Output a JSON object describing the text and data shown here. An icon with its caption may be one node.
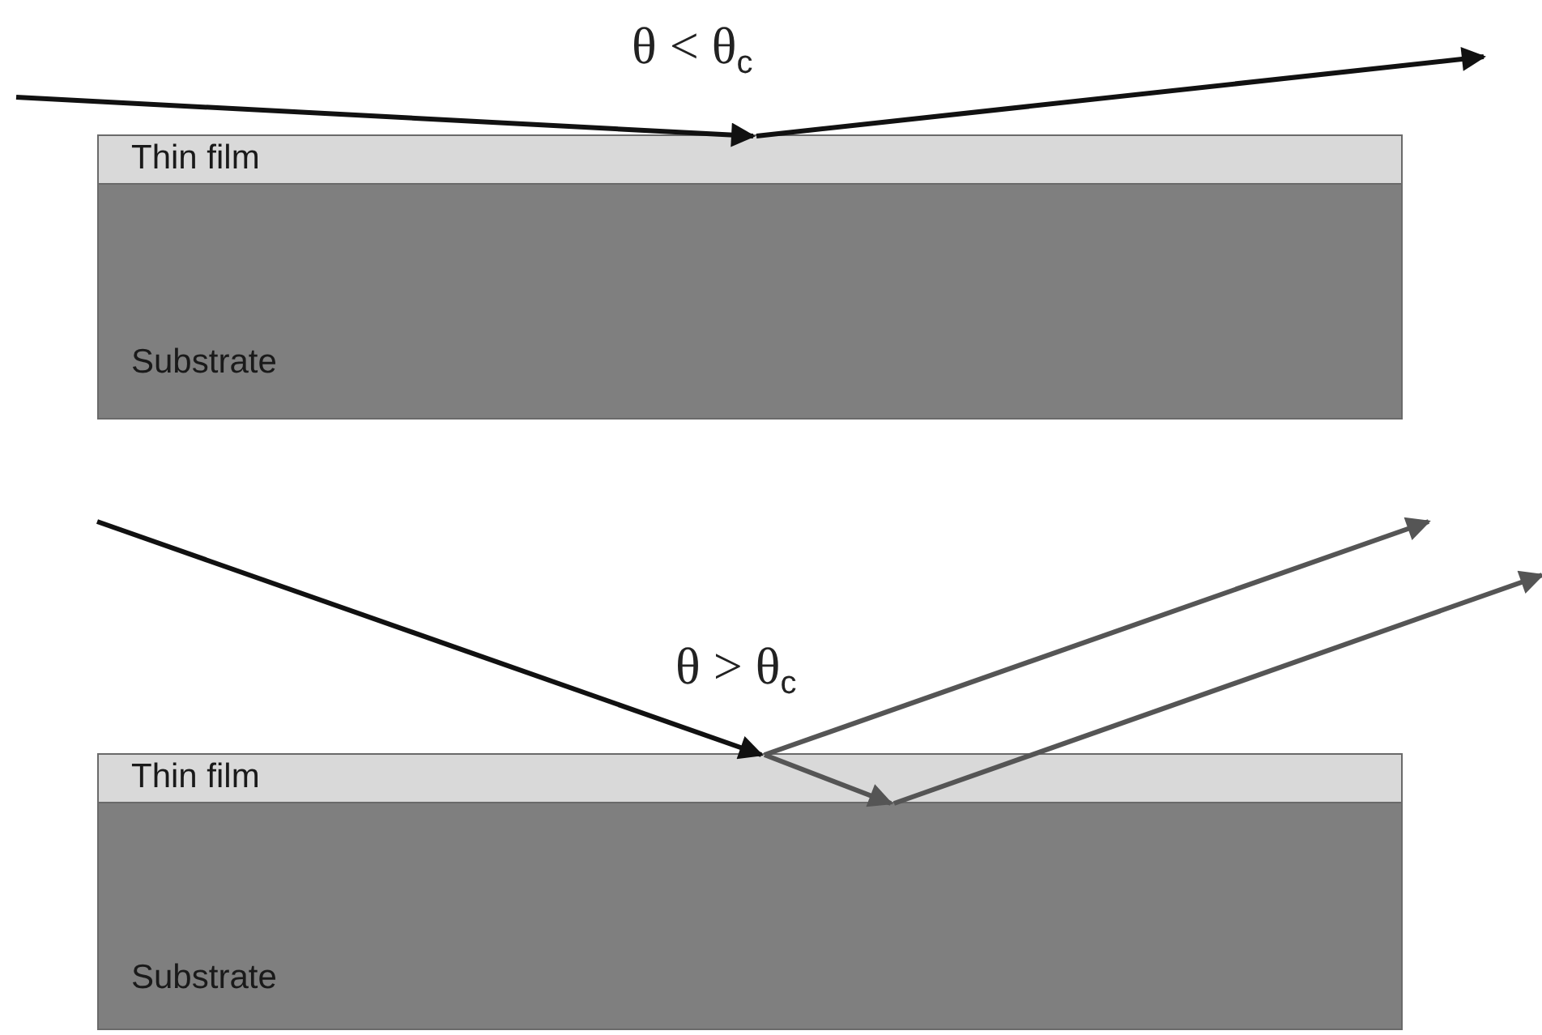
{
  "diagram": {
    "nodes": [
      {
        "text": [
          "Thin film"
        ]
      },
      {
        "text": [
          "Substrate"
        ]
      },
      {
        "text": [
          "Thin film"
        ]
      },
      {
        "text": [
          "Substrate"
        ]
      }
    ],
    "edges": [
      {
        "from": null,
        "to": 0,
        "arrow": "to"
      },
      {
        "from": 0,
        "to": null,
        "arrow": "to"
      },
      {
        "from": null,
        "to": 2,
        "arrow": "to"
      },
      {
        "from": 2,
        "to": null,
        "arrow": "to",
        "color": "#555555"
      },
      {
        "from": 2,
        "to": 3,
        "arrow": "to",
        "color": "#555555"
      },
      {
        "from": 3,
        "to": null,
        "arrow": "to",
        "color": "#555555"
      }
    ],
    "labels": [
      "θ < θ$_{c}$",
      "θ > θ$_{c}$"
    ]
  }
}
